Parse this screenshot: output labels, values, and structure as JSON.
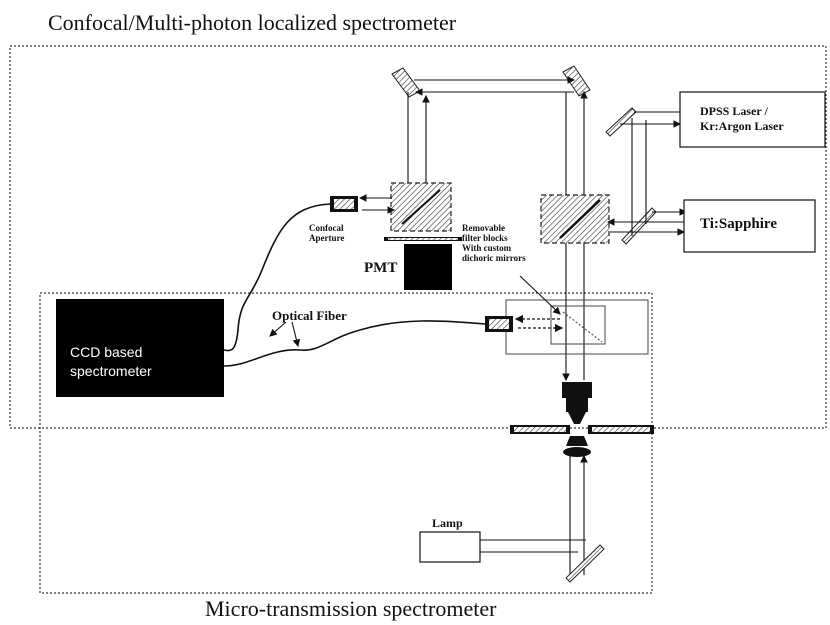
{
  "titles": {
    "top": "Confocal/Multi-photon localized spectrometer",
    "bottom": "Micro-transmission spectrometer"
  },
  "components": {
    "laser1_line1": "DPSS Laser /",
    "laser1_line2": "Kr:Argon Laser",
    "laser2": "Ti:Sapphire",
    "ccd_line1": "CCD based",
    "ccd_line2": "spectrometer",
    "pmt": "PMT",
    "lamp": "Lamp",
    "optical_fiber": "Optical Fiber",
    "confocal_line1": "Confocal",
    "confocal_line2": "Aperture",
    "filter_line1": "Removable",
    "filter_line2": "filter blocks",
    "filter_line3": "With custom",
    "filter_line4": "dichoric mirrors"
  }
}
